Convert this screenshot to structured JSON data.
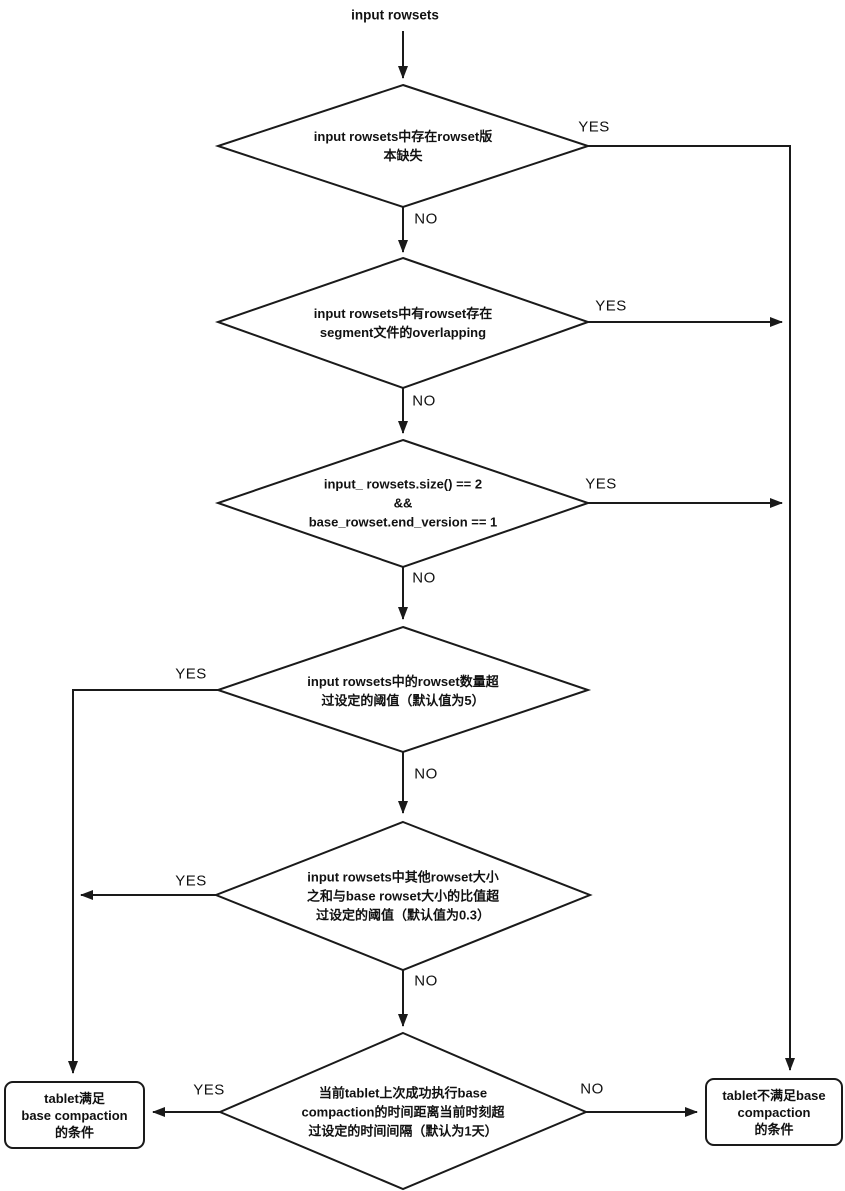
{
  "title": "input rowsets",
  "labels": {
    "yes": "YES",
    "no": "NO"
  },
  "colors": {
    "line": "#1a1a1a",
    "background": "#ffffff",
    "text": "#000000"
  },
  "nodes": {
    "d1": {
      "type": "decision",
      "lines": [
        "input rowsets中存在rowset版",
        "本缺失"
      ]
    },
    "d2": {
      "type": "decision",
      "lines": [
        "input rowsets中有rowset存在",
        "segment文件的overlapping"
      ]
    },
    "d3": {
      "type": "decision",
      "lines": [
        "input_ rowsets.size() == 2",
        "&&",
        "base_rowset.end_version == 1"
      ]
    },
    "d4": {
      "type": "decision",
      "lines": [
        "input rowsets中的rowset数量超",
        "过设定的阈值（默认值为5）"
      ]
    },
    "d5": {
      "type": "decision",
      "lines": [
        "input rowsets中其他rowset大小",
        "之和与base rowset大小的比值超",
        "过设定的阈值（默认值为0.3）"
      ]
    },
    "d6": {
      "type": "decision",
      "lines": [
        "当前tablet上次成功执行base",
        "compaction的时间距离当前时刻超",
        "过设定的时间间隔（默认为1天）"
      ]
    },
    "result_yes": {
      "type": "terminal",
      "lines": [
        "tablet满足",
        "base compaction",
        "的条件"
      ]
    },
    "result_no": {
      "type": "terminal",
      "lines": [
        "tablet不满足base",
        "compaction",
        "的条件"
      ]
    }
  },
  "edges": [
    {
      "from": "input rowsets",
      "to": "d1",
      "label": ""
    },
    {
      "from": "d1",
      "to": "result_no",
      "label": "YES"
    },
    {
      "from": "d1",
      "to": "d2",
      "label": "NO"
    },
    {
      "from": "d2",
      "to": "result_no",
      "label": "YES"
    },
    {
      "from": "d2",
      "to": "d3",
      "label": "NO"
    },
    {
      "from": "d3",
      "to": "result_no",
      "label": "YES"
    },
    {
      "from": "d3",
      "to": "d4",
      "label": "NO"
    },
    {
      "from": "d4",
      "to": "result_yes",
      "label": "YES"
    },
    {
      "from": "d4",
      "to": "d5",
      "label": "NO"
    },
    {
      "from": "d5",
      "to": "result_yes",
      "label": "YES"
    },
    {
      "from": "d5",
      "to": "d6",
      "label": "NO"
    },
    {
      "from": "d6",
      "to": "result_yes",
      "label": "YES"
    },
    {
      "from": "d6",
      "to": "result_no",
      "label": "NO"
    }
  ]
}
